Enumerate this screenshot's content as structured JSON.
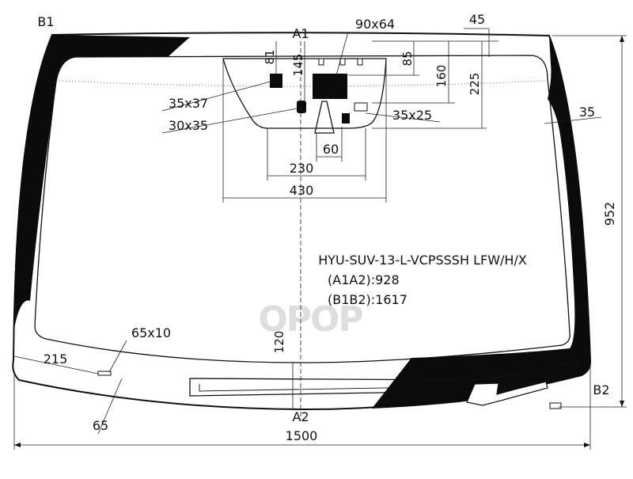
{
  "diagram": {
    "corners": {
      "b1": "B1",
      "b2": "B2",
      "a1": "A1",
      "a2": "A2"
    },
    "dimensions": {
      "width": "1500",
      "height": "952",
      "left_offset": "215",
      "bottom_offset": "65",
      "top_border": "45",
      "side_border": "35",
      "center_60": "60",
      "center_230": "230",
      "center_430": "430",
      "vert_81": "81",
      "vert_145": "145",
      "vert_85": "85",
      "vert_160": "160",
      "vert_225": "225",
      "vert_120": "120"
    },
    "components": {
      "sensor_90x64": "90x64",
      "sensor_35x37": "35x37",
      "sensor_30x35": "30x35",
      "sensor_35x25": "35x25",
      "pad_65x10": "65x10"
    },
    "part_code": "HYU-SUV-13-L-VCPSSSH LFW/H/X",
    "a1a2": "(A1A2):928",
    "b1b2": "(B1B2):1617",
    "watermark": "OPOP"
  },
  "colors": {
    "ink": "#111111",
    "ceramic": "#0b0b0b",
    "watermark": "#d9d9d9"
  }
}
